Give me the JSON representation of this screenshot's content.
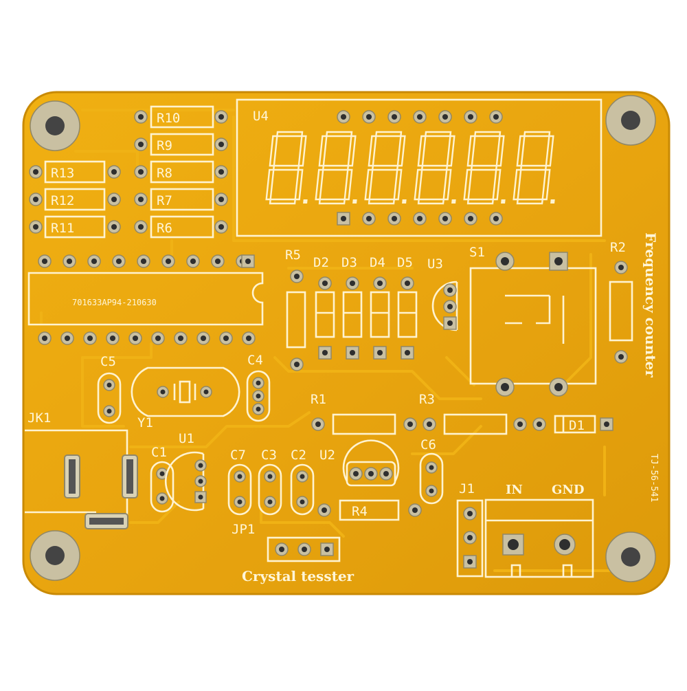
{
  "board": {
    "color_board": "#e9a50f",
    "color_edge": "#c98a05",
    "color_silk": "#fff3d0",
    "color_pad": "#c9c0a2"
  },
  "labels": {
    "title_side": "Frequency counter",
    "title_bottom": "Crystal tesster",
    "board_code": "TJ-56-541",
    "chip_code": "701633AP94-210630",
    "in": "IN",
    "gnd": "GND"
  },
  "refs": {
    "r10": "R10",
    "r9": "R9",
    "r8": "R8",
    "r7": "R7",
    "r6": "R6",
    "r13": "R13",
    "r12": "R12",
    "r11": "R11",
    "u4": "U4",
    "r5": "R5",
    "d2": "D2",
    "d3": "D3",
    "d4": "D4",
    "d5": "D5",
    "u3": "U3",
    "s1": "S1",
    "r2": "R2",
    "c5": "C5",
    "c4": "C4",
    "y1": "Y1",
    "r1": "R1",
    "r3": "R3",
    "d1": "D1",
    "jk1": "JK1",
    "c1": "C1",
    "u1": "U1",
    "c7": "C7",
    "c3": "C3",
    "c2": "C2",
    "u2": "U2",
    "c6": "C6",
    "j1": "J1",
    "r4": "R4",
    "jp1": "JP1"
  }
}
